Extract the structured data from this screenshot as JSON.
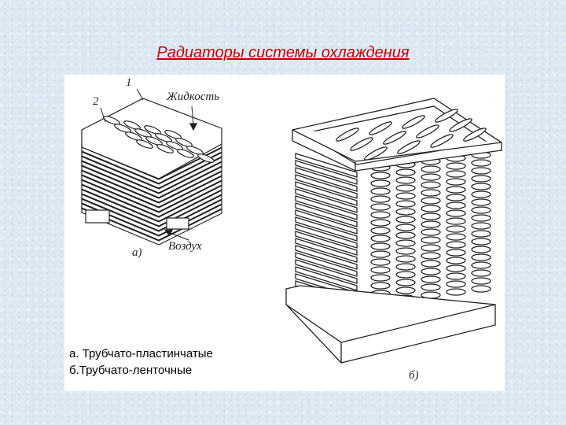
{
  "title": "Радиаторы системы охлаждения",
  "labels": {
    "num1": "1",
    "num2": "2",
    "liquid": "Жидкость",
    "air": "Воздух",
    "fig_a": "а)",
    "fig_b": "б)"
  },
  "caption": {
    "line1": "а. Трубчато-пластинчатые",
    "line2": "б.Трубчато-ленточные"
  }
}
